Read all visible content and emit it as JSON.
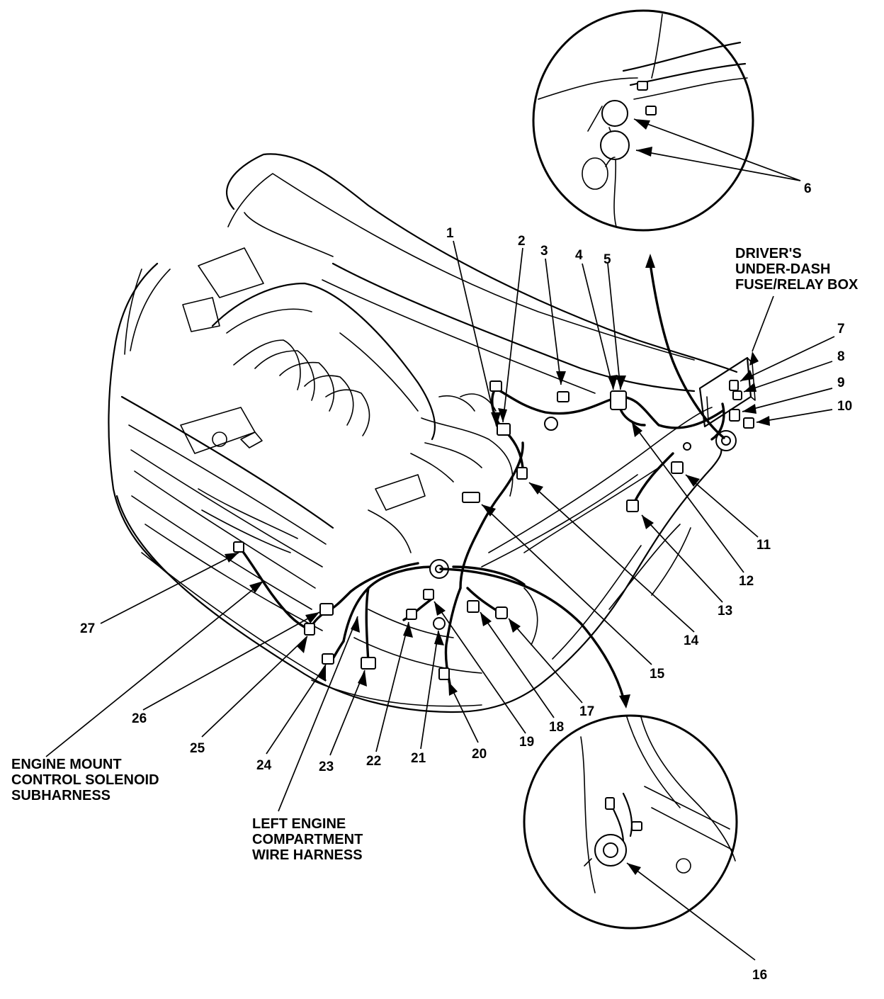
{
  "callouts": {
    "n1": "1",
    "n2": "2",
    "n3": "3",
    "n4": "4",
    "n5": "5",
    "n6": "6",
    "n7": "7",
    "n8": "8",
    "n9": "9",
    "n10": "10",
    "n11": "11",
    "n12": "12",
    "n13": "13",
    "n14": "14",
    "n15": "15",
    "n16": "16",
    "n17": "17",
    "n18": "18",
    "n19": "19",
    "n20": "20",
    "n21": "21",
    "n22": "22",
    "n23": "23",
    "n24": "24",
    "n25": "25",
    "n26": "26",
    "n27": "27"
  },
  "captions": {
    "fuse_box": [
      "DRIVER'S",
      "UNDER-DASH",
      "FUSE/RELAY BOX"
    ],
    "engine_mount": [
      "ENGINE MOUNT",
      "CONTROL SOLENOID",
      "SUBHARNESS"
    ],
    "left_harness": [
      "LEFT ENGINE",
      "COMPARTMENT",
      "WIRE HARNESS"
    ]
  }
}
